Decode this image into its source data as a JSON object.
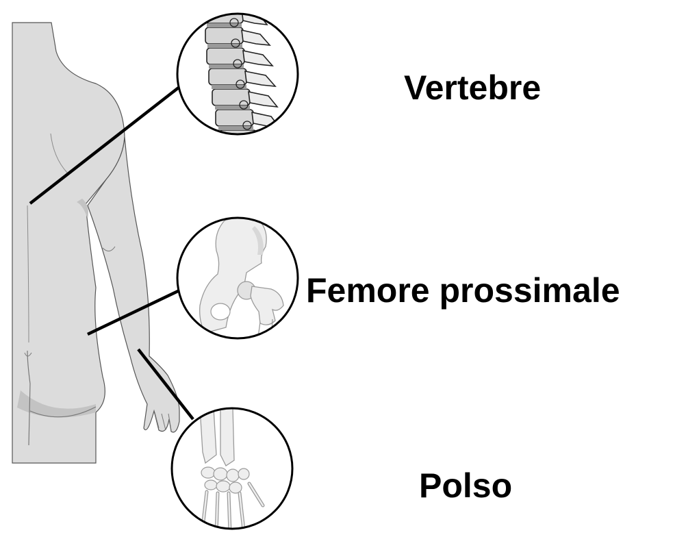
{
  "labels": {
    "vertebre": "Vertebre",
    "femore": "Femore prossimale",
    "polso": "Polso"
  },
  "colors": {
    "body_fill": "#dcdcdc",
    "body_shadow": "#c3c3c3",
    "outline": "#555555",
    "leader_line": "#000000",
    "bone_fill": "#eeeeee",
    "bone_stroke": "#9a9a9a",
    "vertebra_fill": "#d6d6d6",
    "vertebra_stroke": "#222222",
    "label_text": "#000000"
  },
  "icons": [
    "body-back-silhouette",
    "spine-detail",
    "hip-femur-detail",
    "wrist-hand-detail"
  ]
}
